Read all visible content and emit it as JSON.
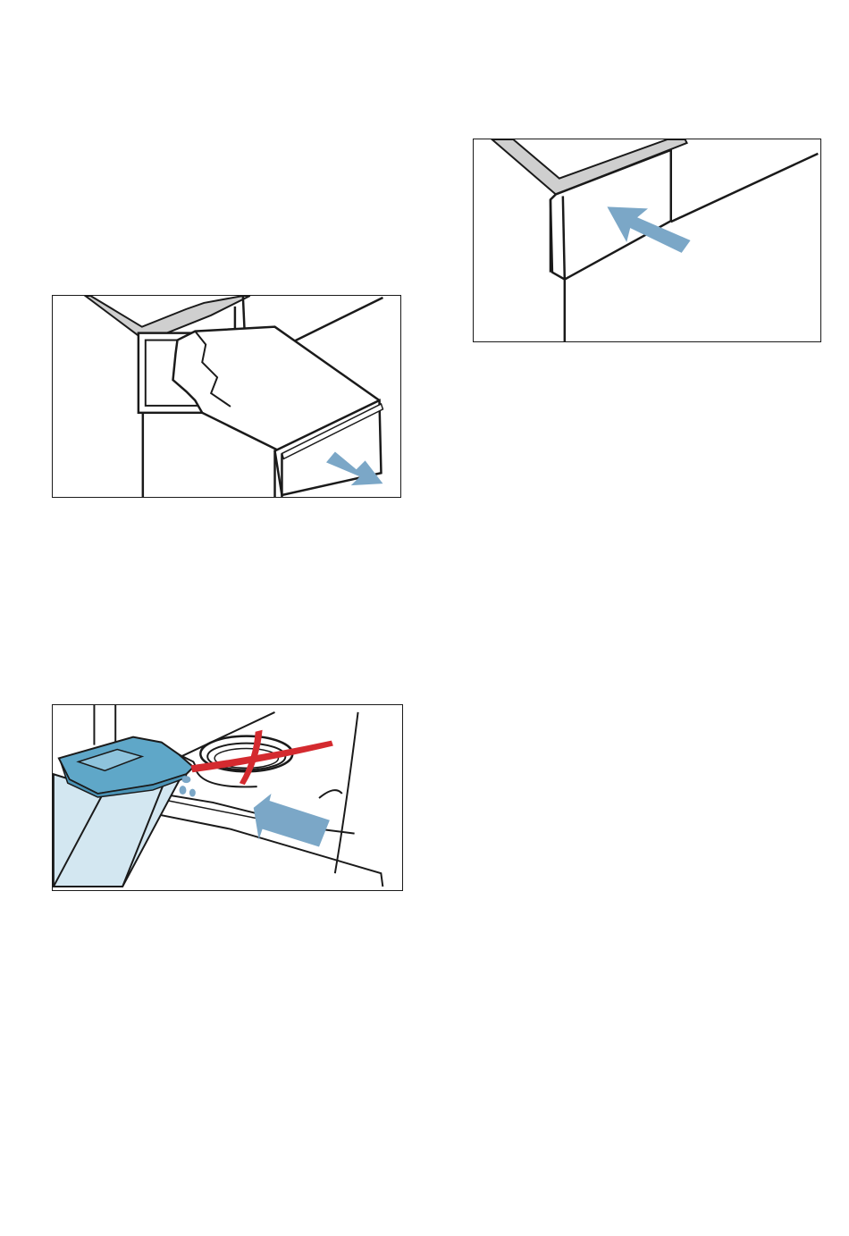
{
  "colors": {
    "arrow": "#7ba7c7",
    "cross": "#d42a2f",
    "container_body": "#d3e7f1",
    "container_lid": "#5fa7c8",
    "trim": "#cfcfcf",
    "line": "#1a1a1a"
  },
  "figures": [
    {
      "name": "pull-out-drawer",
      "icon": "arrow-out-icon"
    },
    {
      "name": "push-in-drawer",
      "icon": "arrow-in-icon"
    },
    {
      "name": "do-not-fill-in-machine",
      "icon": "cross-icon"
    }
  ]
}
